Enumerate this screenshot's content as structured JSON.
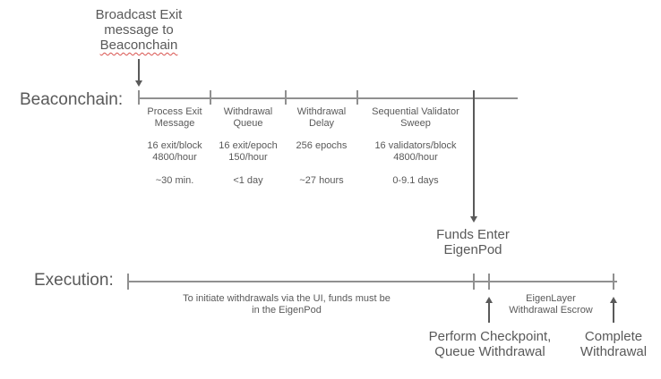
{
  "colors": {
    "text": "#595959",
    "line": "#909090",
    "arrow": "#5a5a5a",
    "misspell_underline": "#d9534f"
  },
  "broadcast_note": {
    "line1": "Broadcast Exit",
    "line2": "message to",
    "line3": "Beaconchain"
  },
  "beaconchain": {
    "row_label": "Beaconchain:",
    "segments": [
      {
        "name": "Process Exit\nMessage",
        "rate": "16 exit/block\n4800/hour",
        "duration": "~30 min."
      },
      {
        "name": "Withdrawal\nQueue",
        "rate": "16 exit/epoch\n150/hour",
        "duration": "<1 day"
      },
      {
        "name": "Withdrawal\nDelay",
        "rate": "256 epochs",
        "duration": "~27 hours"
      },
      {
        "name": "Sequential Validator\nSweep",
        "rate": "16 validators/block\n4800/hour",
        "duration": "0-9.1 days"
      }
    ]
  },
  "funds_enter_label": "Funds Enter\nEigenPod",
  "execution": {
    "row_label": "Execution:",
    "ui_note": "To initiate withdrawals via the UI, funds must be\nin the EigenPod",
    "escrow_label": "EigenLayer\nWithdrawal Escrow",
    "checkpoint_label": "Perform Checkpoint,\nQueue Withdrawal",
    "complete_label": "Complete\nWithdrawal"
  }
}
